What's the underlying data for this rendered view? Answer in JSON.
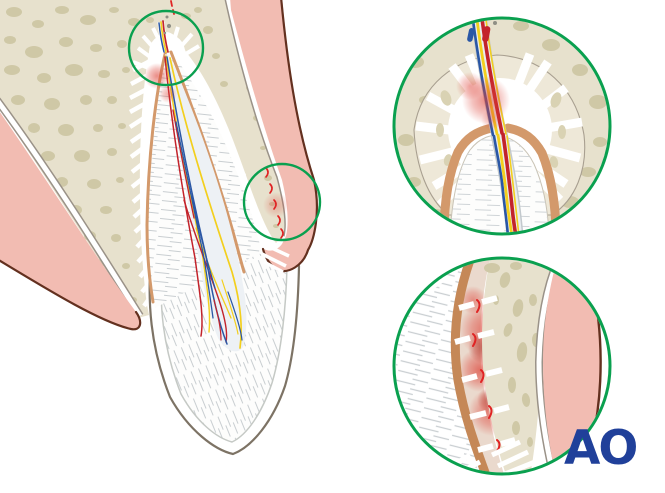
{
  "logo": {
    "text": "AO"
  },
  "colors": {
    "bg": "#ffffff",
    "bone": "#e7e1cd",
    "bone_spot": "#cfc8a6",
    "bone_patch": "#d9d2b3",
    "bone_light": "#eee8d8",
    "cortical_edge": "#9a9288",
    "gingiva": "#f2bcb2",
    "gingiva_outline": "#63301f",
    "enamel_outline": "#7d7365",
    "dej_line": "#c5c9c5",
    "pulp": "#edf1f5",
    "cementum": "#d3996b",
    "cementum_dark": "#c58857",
    "artery": "#c3232b",
    "vein": "#2a57a5",
    "nerve": "#f3cf1d",
    "tear_red": "#e02424",
    "hemorrhage": "#dd4136",
    "highlight_green": "#0aa04f",
    "sheath": "#e9edf0",
    "sheath_edge": "#c3c9cd",
    "ao_blue": "#20409a"
  },
  "figure": {
    "type": "medical-illustration",
    "panels": [
      {
        "id": "main",
        "name": "tooth-cross-section",
        "highlights": [
          "apical-region",
          "lateral-root-region"
        ]
      },
      {
        "id": "inset-apical",
        "name": "apical-neurovascular-bundle-magnified"
      },
      {
        "id": "inset-lateral",
        "name": "lateral-periodontal-ligament-magnified"
      }
    ]
  }
}
